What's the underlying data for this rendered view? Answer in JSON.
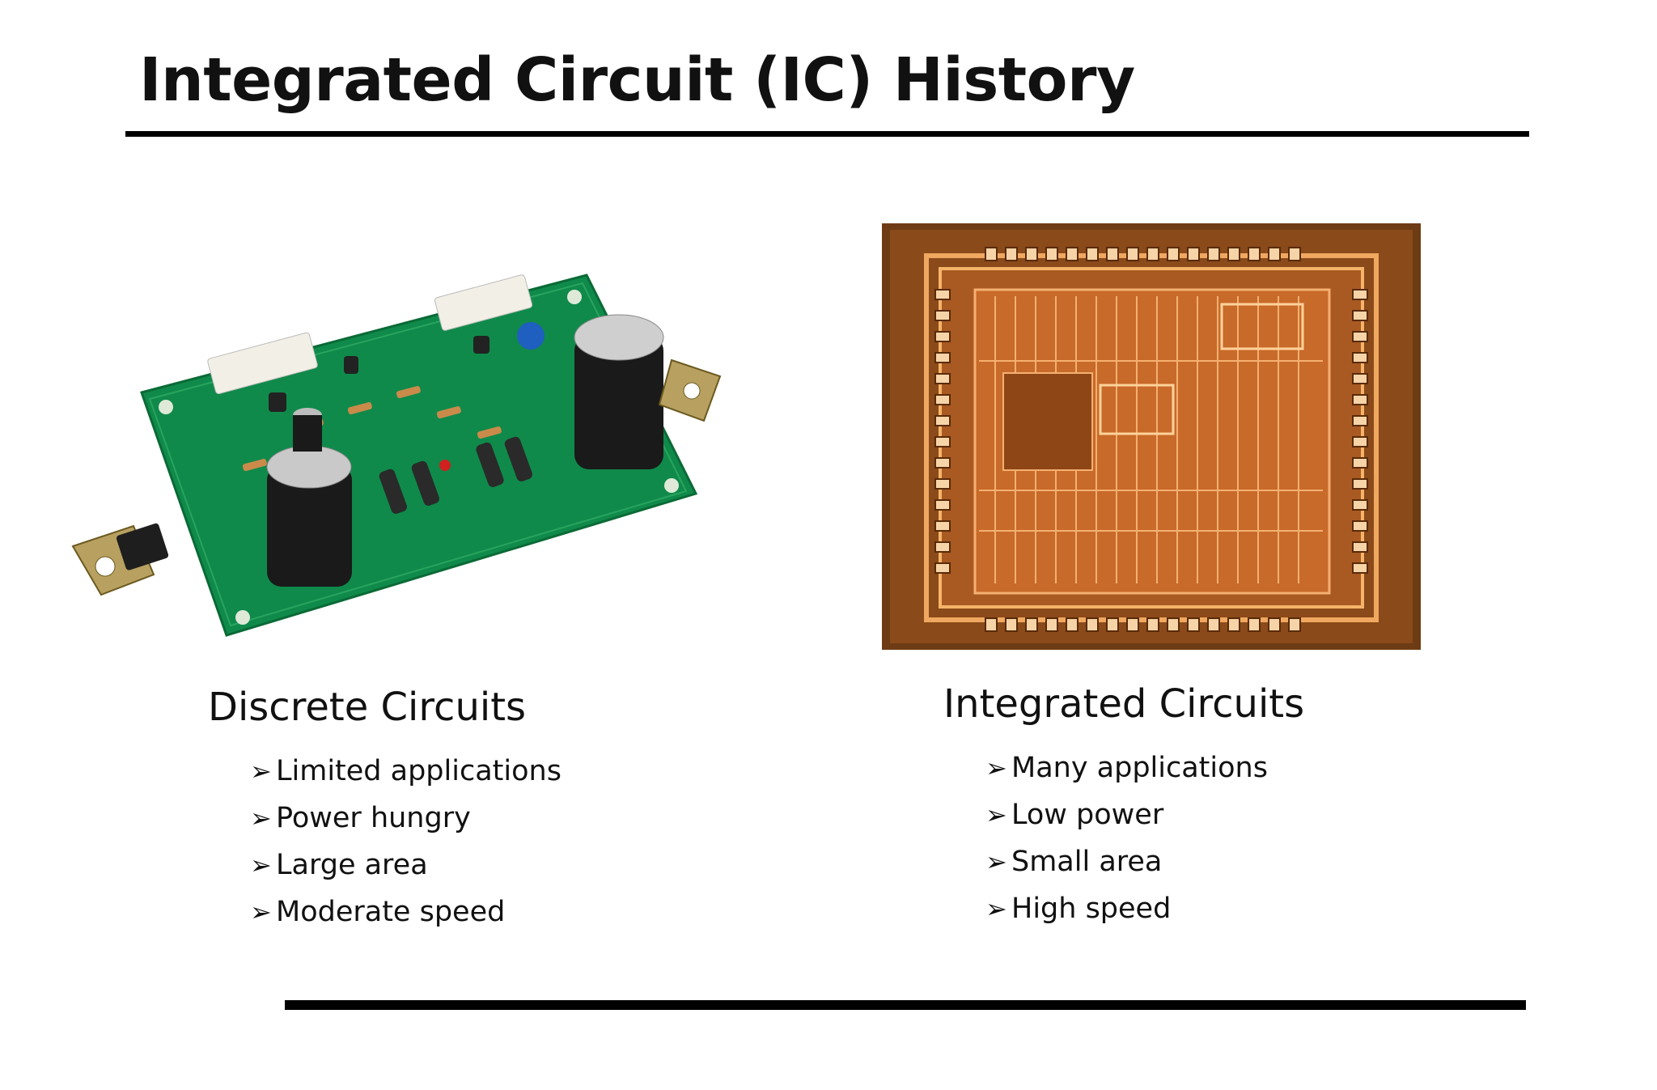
{
  "slide": {
    "title": "Integrated Circuit (IC) History",
    "left": {
      "heading": "Discrete Circuits",
      "bullets": [
        "Limited applications",
        "Power hungry",
        "Large area",
        "Moderate speed"
      ]
    },
    "right": {
      "heading": "Integrated Circuits",
      "bullets": [
        "Many applications",
        "Low power",
        "Small area",
        "High speed"
      ]
    },
    "bullet_glyph": "➢",
    "images": {
      "left": "discrete-circuit-board-photo",
      "right": "integrated-circuit-die-photo"
    }
  }
}
